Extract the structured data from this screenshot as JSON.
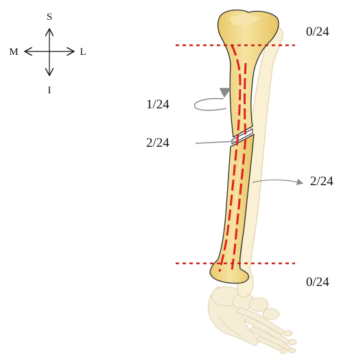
{
  "compass": {
    "superior": "S",
    "inferior": "I",
    "medial": "M",
    "lateral": "L"
  },
  "labels": {
    "top_line_score": "0/24",
    "rotation_score": "1/24",
    "fracture_score": "2/24",
    "fibula_score": "2/24",
    "bottom_line_score": "0/24"
  },
  "colors": {
    "bone_fill": "#f2d98a",
    "bone_light": "#f8e7b0",
    "bone_outline": "#2a2a2a",
    "fibula_fill": "#faf1d4",
    "foot_fill": "#f6edd6",
    "dashed_reference": "#c8201c",
    "alignment_line": "#e02020",
    "arrow_gray": "#8a8a8a"
  }
}
